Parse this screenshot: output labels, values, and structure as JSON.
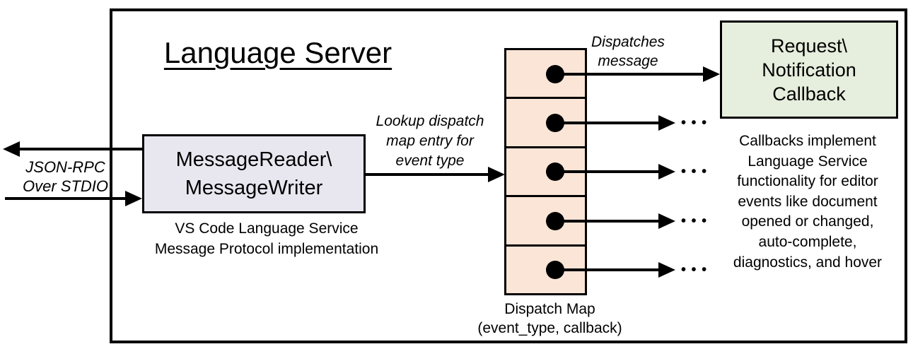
{
  "title": "Language Server",
  "io_label": {
    "line1": "JSON-RPC",
    "line2": "Over STDIO"
  },
  "message_box": {
    "line1": "MessageReader\\",
    "line2": "MessageWriter"
  },
  "message_box_caption": {
    "line1": "VS Code Language Service",
    "line2": "Message Protocol implementation"
  },
  "lookup_label": {
    "line1": "Lookup dispatch",
    "line2": "map entry for",
    "line3": "event type"
  },
  "dispatches_label": {
    "line1": "Dispatches",
    "line2": "message"
  },
  "callback_box": {
    "line1": "Request\\",
    "line2": "Notification",
    "line3": "Callback"
  },
  "dispatch_map_caption": {
    "line1": "Dispatch Map",
    "line2": "(event_type, callback)"
  },
  "callbacks_note": {
    "lines": [
      "Callbacks implement",
      "Language Service",
      "functionality for editor",
      "events like document",
      "opened or changed,",
      "auto-complete,",
      "diagnostics, and hover"
    ]
  },
  "ellipsis": {
    "glyph": "• • •"
  },
  "colors": {
    "message_box_fill": "#e8e7f0",
    "dispatch_map_fill": "#fbe5d6",
    "callback_box_fill": "#e6eedd",
    "stroke": "#000000"
  }
}
